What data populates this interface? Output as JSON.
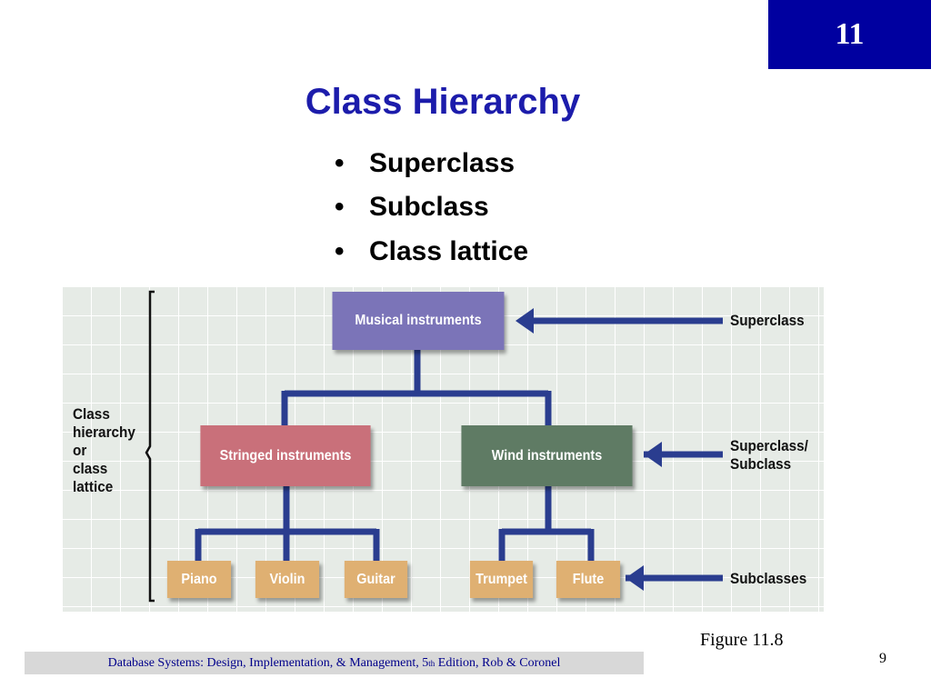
{
  "chapter_badge": "11",
  "title": "Class Hierarchy",
  "bullets": [
    "Superclass",
    "Subclass",
    "Class lattice"
  ],
  "diagram": {
    "root": "Musical instruments",
    "mid": [
      "Stringed instruments",
      "Wind instruments"
    ],
    "leaves": [
      "Piano",
      "Violin",
      "Guitar",
      "Trumpet",
      "Flute"
    ],
    "side_labels": {
      "superclass": "Superclass",
      "superclass_subclass_1": "Superclass/",
      "superclass_subclass_2": "Subclass",
      "subclasses": "Subclasses"
    },
    "bracket_label": [
      "Class",
      "hierarchy",
      "or",
      "class",
      "lattice"
    ],
    "colors": {
      "root": "#7b74b8",
      "stringed": "#c9707a",
      "wind": "#5f7b64",
      "leaf": "#dfb072",
      "line": "#2a3d8f"
    }
  },
  "figure_caption": "Figure 11.8",
  "page_number": "9",
  "footer": {
    "pre": "Database Systems: Design, Implementation, & Management, 5",
    "sup": "th",
    "post": " Edition, Rob & Coronel"
  }
}
